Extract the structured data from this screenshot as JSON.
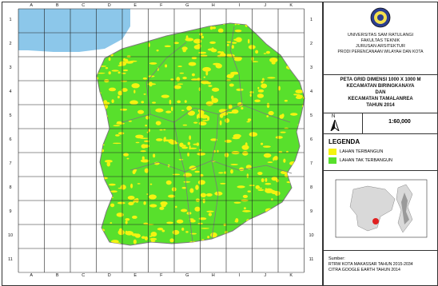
{
  "map": {
    "columns": [
      "A",
      "B",
      "C",
      "D",
      "E",
      "F",
      "G",
      "H",
      "I",
      "J",
      "K"
    ],
    "rows": [
      "1",
      "2",
      "3",
      "4",
      "5",
      "6",
      "7",
      "8",
      "9",
      "10",
      "11"
    ],
    "colors": {
      "water": "#8cc7ea",
      "land_bg": "#ffffff",
      "undeveloped": "#58e02c",
      "developed": "#f4f311",
      "boundary": "#7a7a7a",
      "grid": "#222222"
    }
  },
  "panel": {
    "university": "UNIVERSITAS SAM RATULANGI",
    "faculty": "FAKULTAS TEKNIK",
    "department": "JURUSAN ARSITEKTUR",
    "program": "PRODI PERENCANAAN WILAYAH DAN KOTA",
    "title_line1": "PETA GRID DIMENSI 1000 X 1000 M",
    "title_line2": "KECAMATAN BIRINGKANAYA",
    "title_line3": "DAN",
    "title_line4": "KECAMATAN TAMALANREA",
    "title_line5": "TAHUN 2014",
    "north": "N",
    "scale": "1:60,000",
    "legend_title": "LEGENDA",
    "legend": [
      {
        "label": "LAHAN TERBANGUN",
        "color": "#f4f311"
      },
      {
        "label": "LAHAN TAK TERBANGUN",
        "color": "#58e02c"
      }
    ],
    "source_label": "Sumber:",
    "source_line1": "RTRW KOTA MAKASSAR TAHUN 2015-2034",
    "source_line2": "CITRA GOOGLE EARTH TAHUN 2014"
  }
}
